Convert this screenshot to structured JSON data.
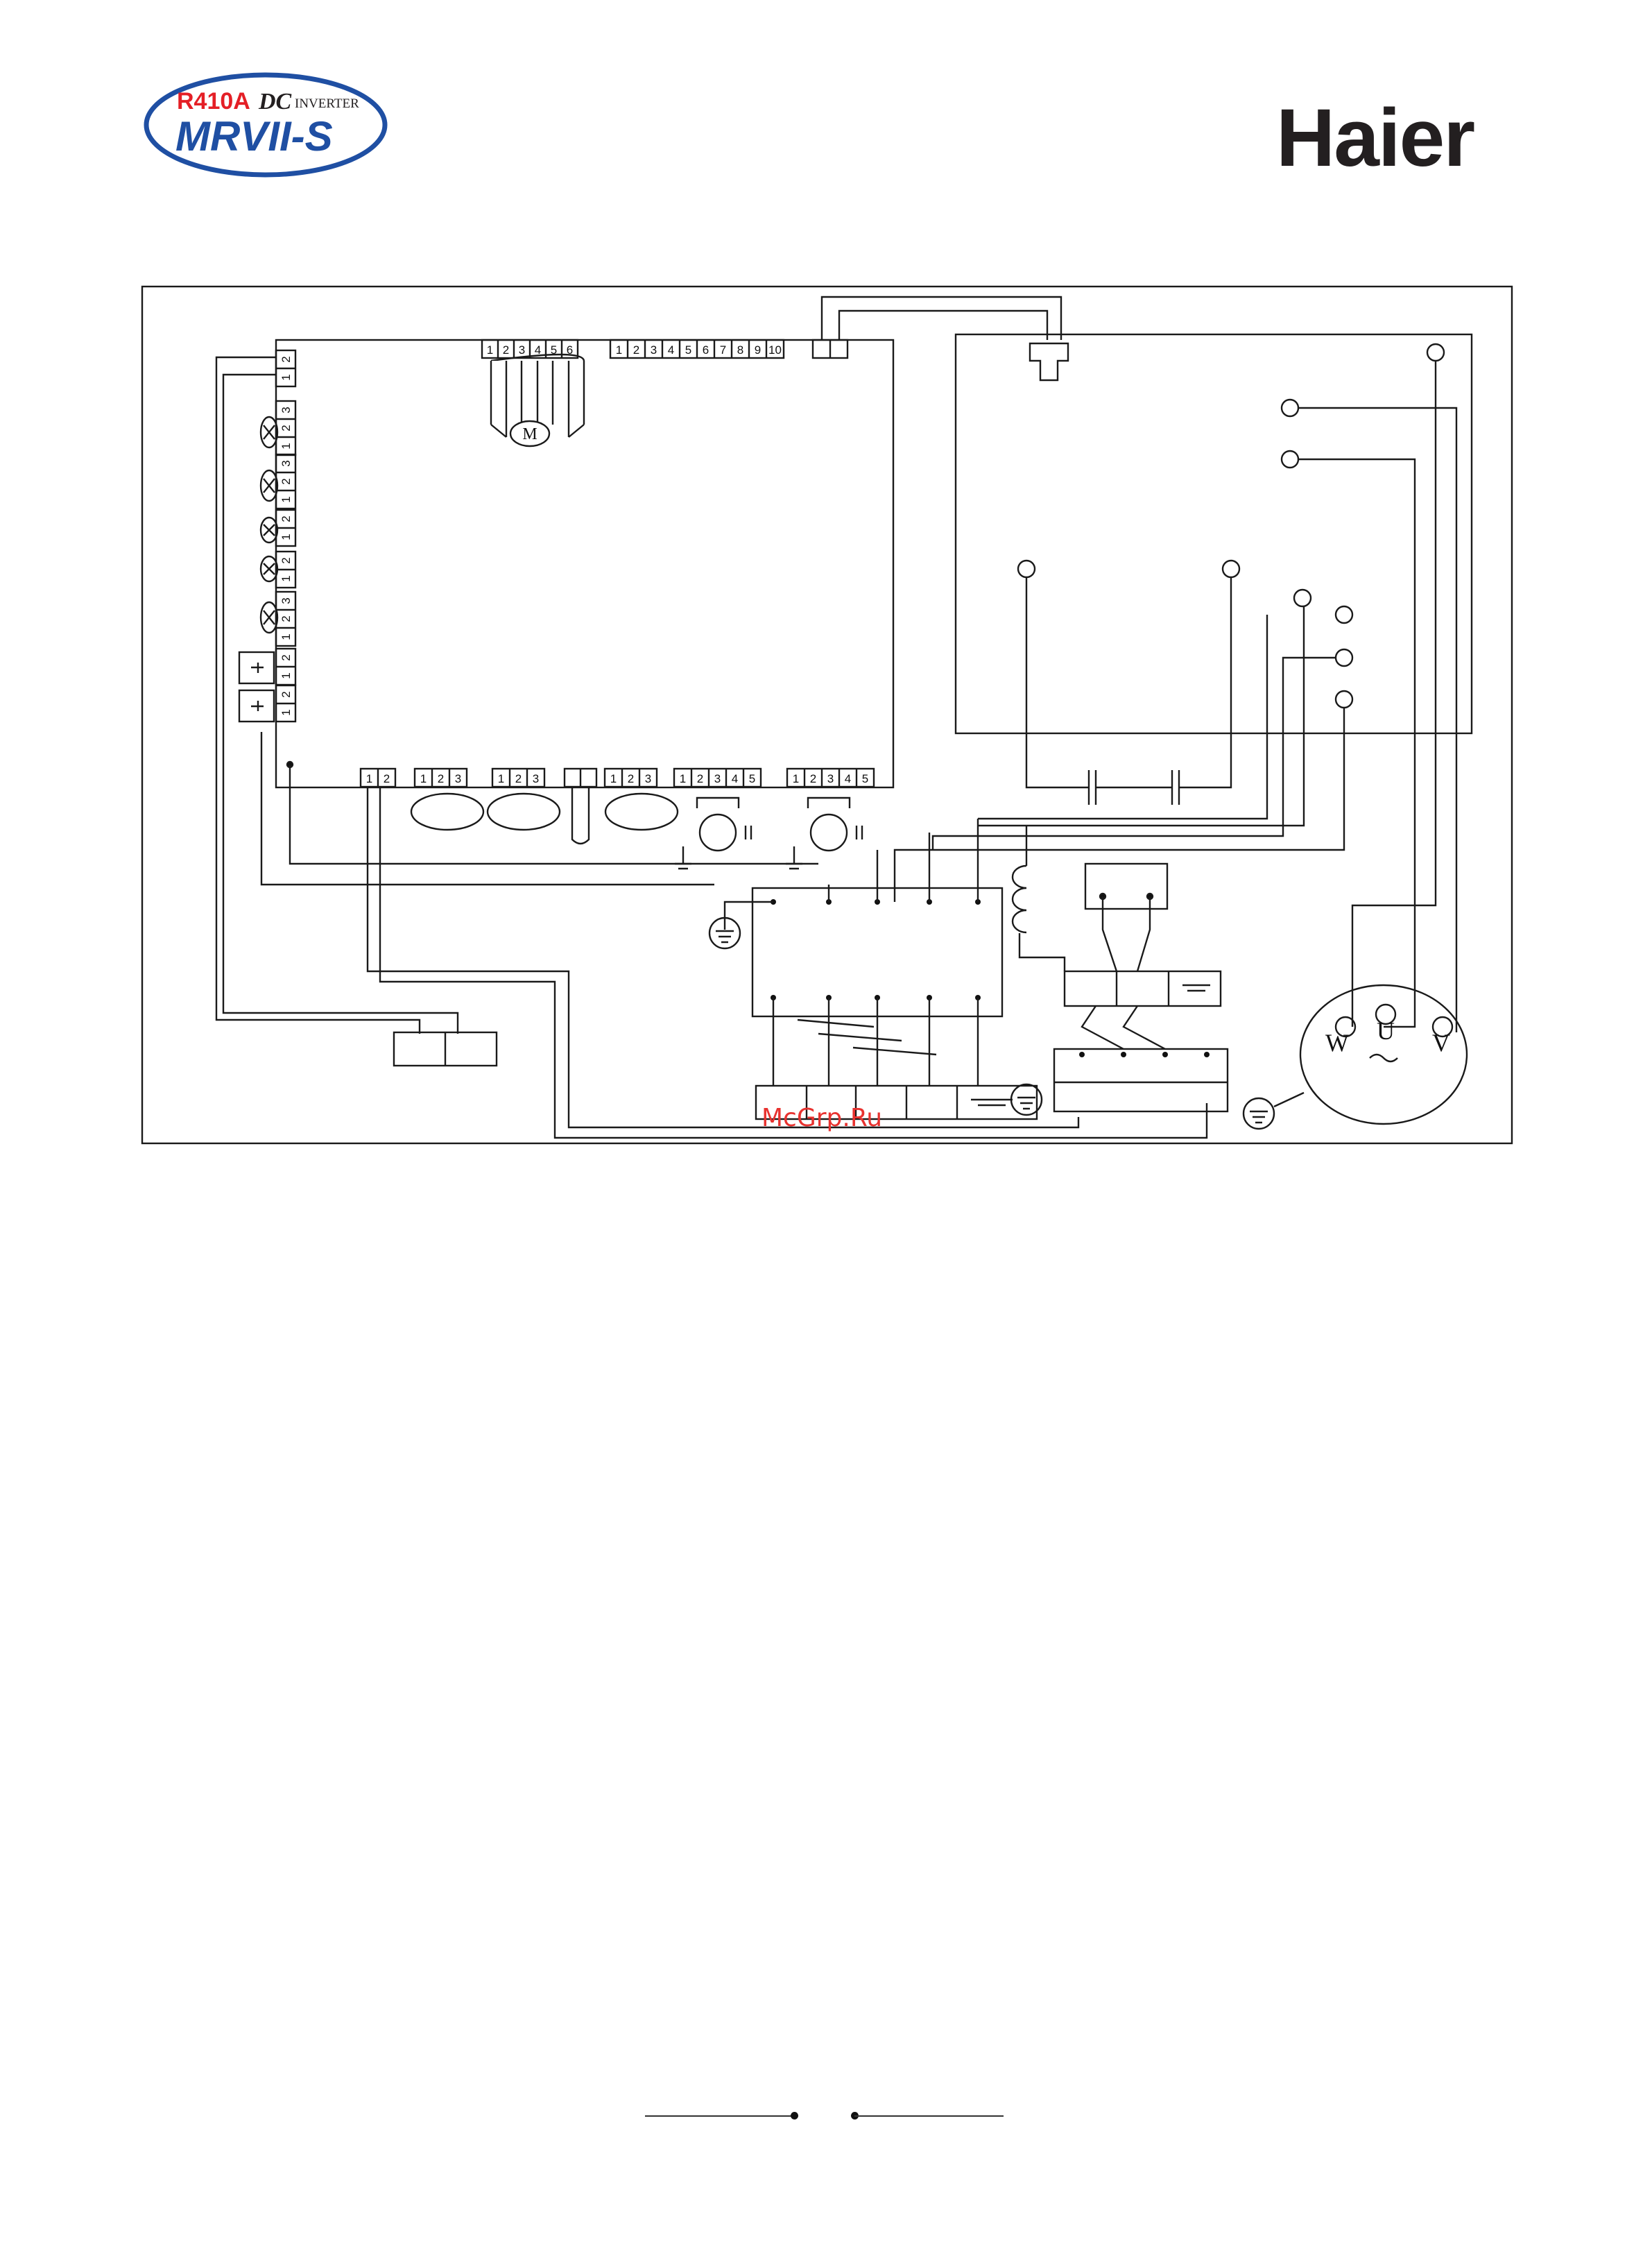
{
  "header": {
    "logo": {
      "refrigerant": "R410A",
      "dc": "DC",
      "inverter": "INVERTER",
      "series": "MRVII-S"
    },
    "brand": "Haier"
  },
  "watermark": "McGrp.Ru",
  "diagram": {
    "colors": {
      "line": "#1a1a1a",
      "watermark": "#e8322f",
      "logo_blue": "#1f4fa3",
      "logo_red": "#e41f26"
    },
    "fan_motor_symbol": "M",
    "fan_connector_pins": [
      "1",
      "2",
      "3",
      "4",
      "5",
      "6"
    ],
    "top_connector_pins": [
      "1",
      "2",
      "3",
      "4",
      "5",
      "6",
      "7",
      "8",
      "9",
      "10"
    ],
    "left_connectors": [
      [
        "1",
        "2"
      ],
      [
        "1",
        "2",
        "3"
      ],
      [
        "1",
        "2",
        "3"
      ],
      [
        "1",
        "2"
      ],
      [
        "1",
        "2"
      ],
      [
        "1",
        "2",
        "3"
      ],
      [
        "1",
        "2"
      ],
      [
        "1",
        "2"
      ]
    ],
    "bottom_connectors": [
      [
        "1",
        "2"
      ],
      [
        "1",
        "2",
        "3"
      ],
      [
        "1",
        "2",
        "3"
      ],
      [
        "1",
        "2",
        "3"
      ],
      [
        "1",
        "2",
        "3",
        "4",
        "5"
      ],
      [
        "1",
        "2",
        "3",
        "4",
        "5"
      ]
    ],
    "compressor_terminals": [
      "W",
      "U",
      "V"
    ]
  }
}
